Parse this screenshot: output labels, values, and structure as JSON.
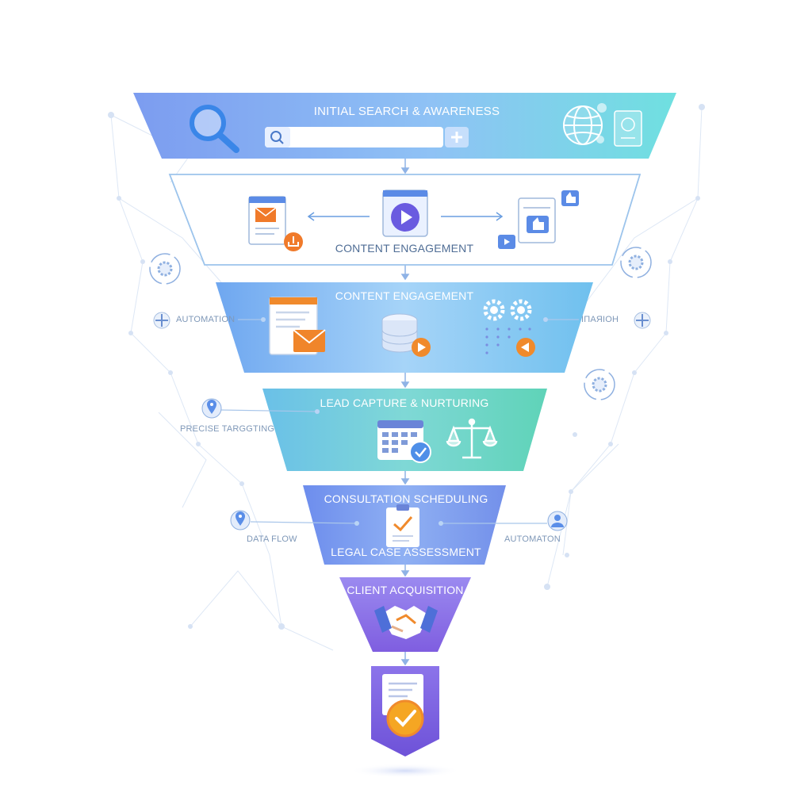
{
  "funnel": {
    "stages": [
      {
        "id": "stage-1",
        "title": "INITIAL SEARCH & AWARENESS",
        "color": "#7aa6f0"
      },
      {
        "id": "stage-2",
        "title": "CONTENT ENGAGEMENT",
        "color": "#ffffff"
      },
      {
        "id": "stage-3",
        "title": "CONTENT ENGAGEMENT",
        "color": "#7fb8f2"
      },
      {
        "id": "stage-4",
        "title": "LEAD CAPTURE & NURTURING",
        "color": "#6fd0c6"
      },
      {
        "id": "stage-5",
        "title": "CONSULTATION SCHEDULING",
        "color": "#7a93ee"
      },
      {
        "id": "stage-5b",
        "title": "LEGAL CASE ASSESSMENT",
        "color": "#7a93ee"
      },
      {
        "id": "stage-6",
        "title": "CLIENT ACQUISITION",
        "color": "#8a6ee8"
      }
    ]
  },
  "side_labels": {
    "automation_left": "AUTOMATION",
    "automation_right_garbled": "ІПАЯІОН",
    "precise_targeting": "PRECISE TARGGTING",
    "data_flow": "DATA FLOW",
    "automation_bottom_right": "AUTOMATON"
  },
  "icons": [
    "magnifier-icon",
    "search-bar-icon",
    "plus-icon",
    "globe-icon",
    "passport-icon",
    "email-document-icon",
    "download-icon",
    "video-play-icon",
    "thumbs-up-icon",
    "database-icon",
    "gears-icon",
    "calendar-check-icon",
    "scales-of-justice-icon",
    "clipboard-check-icon",
    "handshake-icon",
    "certificate-check-icon",
    "gear-cycle-icon",
    "location-pin-icon",
    "user-icon"
  ],
  "colors": {
    "accent_blue": "#5a8ee8",
    "accent_teal": "#5fd3c8",
    "accent_purple": "#7d5ce0",
    "accent_orange": "#f08a2c",
    "line": "#a9c3e8"
  }
}
